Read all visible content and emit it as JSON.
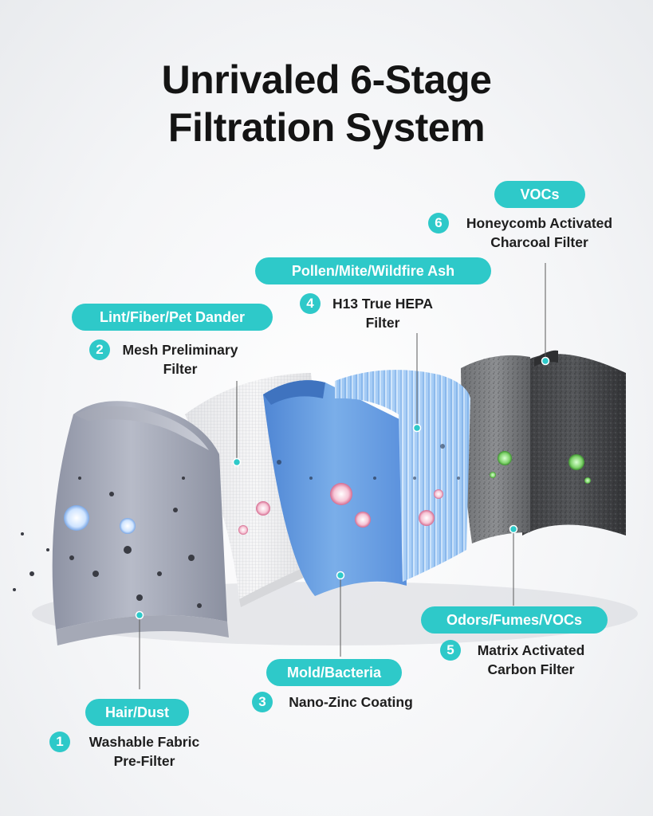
{
  "title": {
    "line1": "Unrivaled 6-Stage",
    "line2": "Filtration System"
  },
  "colors": {
    "accent": "#2ec9c9",
    "text": "#1e1e1e"
  },
  "stages": [
    {
      "number": "1",
      "tag": "Hair/Dust",
      "name_line1": "Washable Fabric",
      "name_line2": "Pre-Filter"
    },
    {
      "number": "2",
      "tag": "Lint/Fiber/Pet Dander",
      "name_line1": "Mesh Preliminary",
      "name_line2": "Filter"
    },
    {
      "number": "3",
      "tag": "Mold/Bacteria",
      "name_line1": "Nano-Zinc Coating",
      "name_line2": ""
    },
    {
      "number": "4",
      "tag": "Pollen/Mite/Wildfire Ash",
      "name_line1": "H13 True HEPA",
      "name_line2": "Filter"
    },
    {
      "number": "5",
      "tag": "Odors/Fumes/VOCs",
      "name_line1": "Matrix Activated",
      "name_line2": "Carbon Filter"
    },
    {
      "number": "6",
      "tag": "VOCs",
      "name_line1": "Honeycomb Activated",
      "name_line2": "Charcoal Filter"
    }
  ]
}
